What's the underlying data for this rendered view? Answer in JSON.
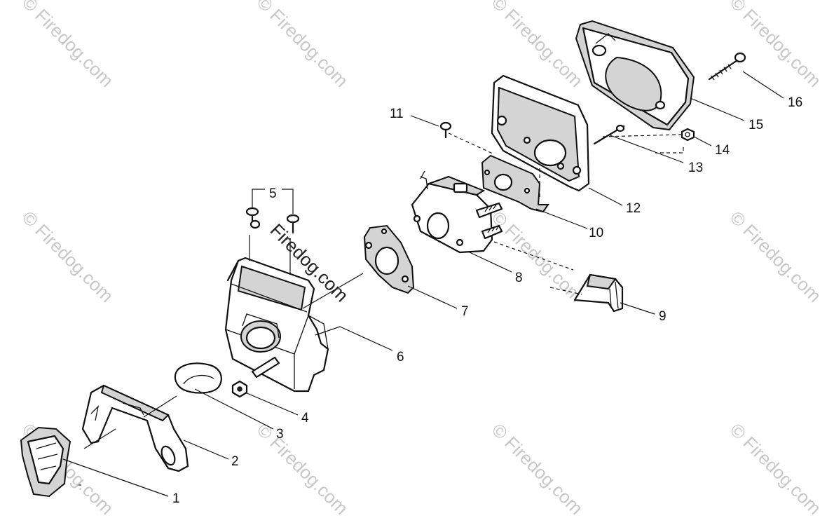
{
  "callouts": [
    {
      "id": "1",
      "label": "1"
    },
    {
      "id": "2",
      "label": "2"
    },
    {
      "id": "3",
      "label": "3"
    },
    {
      "id": "4",
      "label": "4"
    },
    {
      "id": "5",
      "label": "5"
    },
    {
      "id": "6",
      "label": "6"
    },
    {
      "id": "7",
      "label": "7"
    },
    {
      "id": "8",
      "label": "8"
    },
    {
      "id": "9",
      "label": "9"
    },
    {
      "id": "10",
      "label": "10"
    },
    {
      "id": "11",
      "label": "11"
    },
    {
      "id": "12",
      "label": "12"
    },
    {
      "id": "13",
      "label": "13"
    },
    {
      "id": "14",
      "label": "14"
    },
    {
      "id": "15",
      "label": "15"
    },
    {
      "id": "16",
      "label": "16"
    }
  ],
  "watermark": {
    "text": "© Firedog.com",
    "center_text": "Firedog.com"
  },
  "colors": {
    "line": "#111111",
    "watermark": "#c8c8c8",
    "background": "#ffffff"
  }
}
